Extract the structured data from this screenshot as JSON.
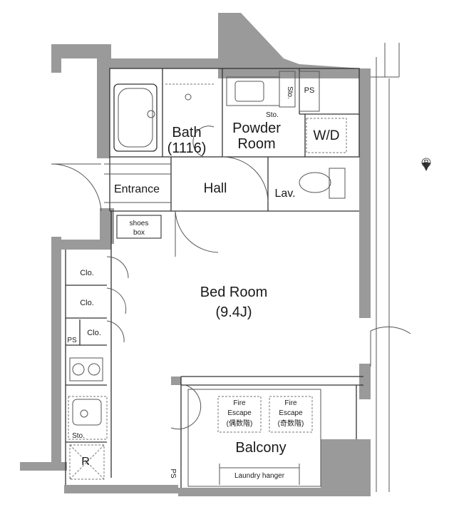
{
  "rooms": {
    "bath": "Bath",
    "bath_size": "(1116)",
    "powder_room": "Powder",
    "powder_room_2": "Room",
    "wd": "W/D",
    "sto_top": "Sto.",
    "sto_under": "Sto.",
    "ps_top": "PS",
    "entrance": "Entrance",
    "hall": "Hall",
    "lav": "Lav.",
    "shoes_box": "shoes",
    "shoes_box_2": "box",
    "bed_room": "Bed Room",
    "bed_room_size": "(9.4J)",
    "clo_1": "Clo.",
    "clo_2": "Clo.",
    "clo_3": "Clo.",
    "ps_left": "PS",
    "sto_kitchen": "Sto.",
    "r": "R",
    "ps_bottom": "PS",
    "balcony": "Balcony",
    "laundry": "Laundry hanger",
    "fire_escape_1a": "Fire",
    "fire_escape_1b": "Escape",
    "fire_escape_1c": "(偶数階)",
    "fire_escape_2a": "Fire",
    "fire_escape_2b": "Escape",
    "fire_escape_2c": "(奇数階)"
  },
  "compass": {
    "label": "P"
  }
}
